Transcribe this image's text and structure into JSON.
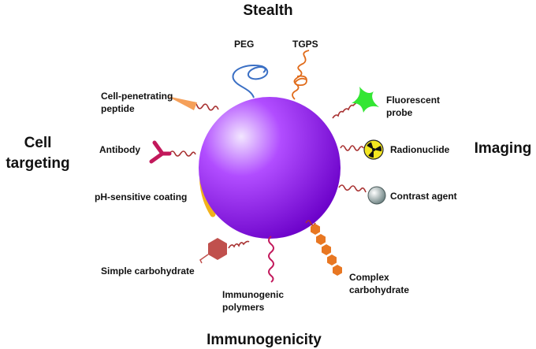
{
  "categories": {
    "stealth": "Stealth",
    "cell_targeting_line1": "Cell",
    "cell_targeting_line2": "targeting",
    "imaging": "Imaging",
    "immunogenicity": "Immunogenicity"
  },
  "labels": {
    "peg": "PEG",
    "tgps": "TGPS",
    "cpp_line1": "Cell-penetrating",
    "cpp_line2": "peptide",
    "fluor_line1": "Fluorescent",
    "fluor_line2": "probe",
    "antibody": "Antibody",
    "radionuclide": "Radionuclide",
    "ph_coating": "pH-sensitive coating",
    "contrast_agent": "Contrast agent",
    "simple_carb": "Simple carbohydrate",
    "complex_carb_line1": "Complex",
    "complex_carb_line2": "carbohydrate",
    "immuno_line1": "Immunogenic",
    "immuno_line2": "polymers"
  },
  "colors": {
    "sphere_light": "#f2e6ff",
    "sphere_mid": "#b14dff",
    "sphere_dark": "#6a00c8",
    "linker": "#a83232",
    "peg": "#3a6fc4",
    "tgps": "#e06b1a",
    "peptide": "#f5a05a",
    "fluor": "#33e633",
    "antibody": "#c2185b",
    "radio_fill": "#f3e620",
    "coating": "#f2b21c",
    "contrast": "#6a8080",
    "simple_carb": "#c0504d",
    "complex_carb": "#e87722",
    "immuno_polymer": "#c2185b"
  },
  "icons": [
    "peg-chain-icon",
    "tgps-chain-icon",
    "peptide-wedge-icon",
    "fluorescent-star-icon",
    "antibody-y-icon",
    "radiation-icon",
    "contrast-sphere-icon",
    "hexagon-icon",
    "hexagon-chain-icon"
  ]
}
